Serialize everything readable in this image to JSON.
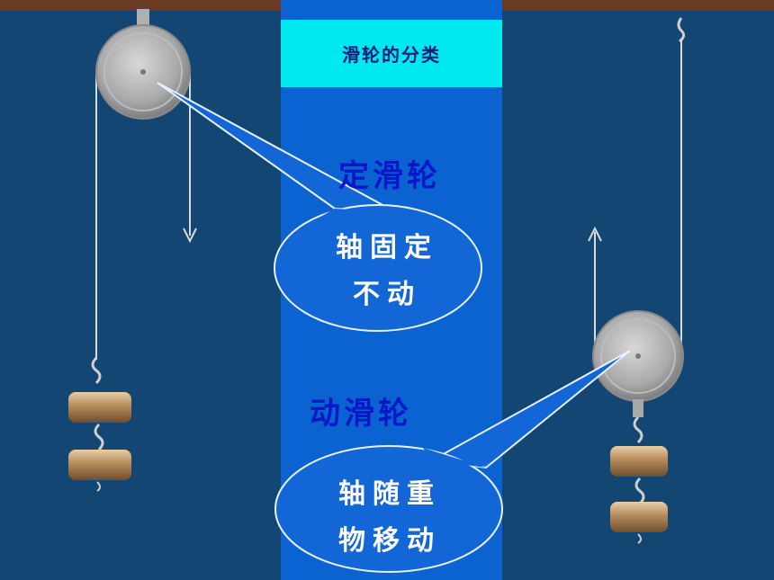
{
  "slide": {
    "title": "滑轮的分类",
    "fixed_pulley": {
      "heading": "定滑轮",
      "callout_line1": "轴固定",
      "callout_line2": "不动"
    },
    "movable_pulley": {
      "heading": "动滑轮",
      "callout_line1": "轴随重",
      "callout_line2": "物移动"
    }
  },
  "colors": {
    "background": "#134673",
    "center_panel": "#0a63d0",
    "title_box": "#00e8f0",
    "heading_text": "#0718c8",
    "callout_fill": "#1266d6"
  }
}
